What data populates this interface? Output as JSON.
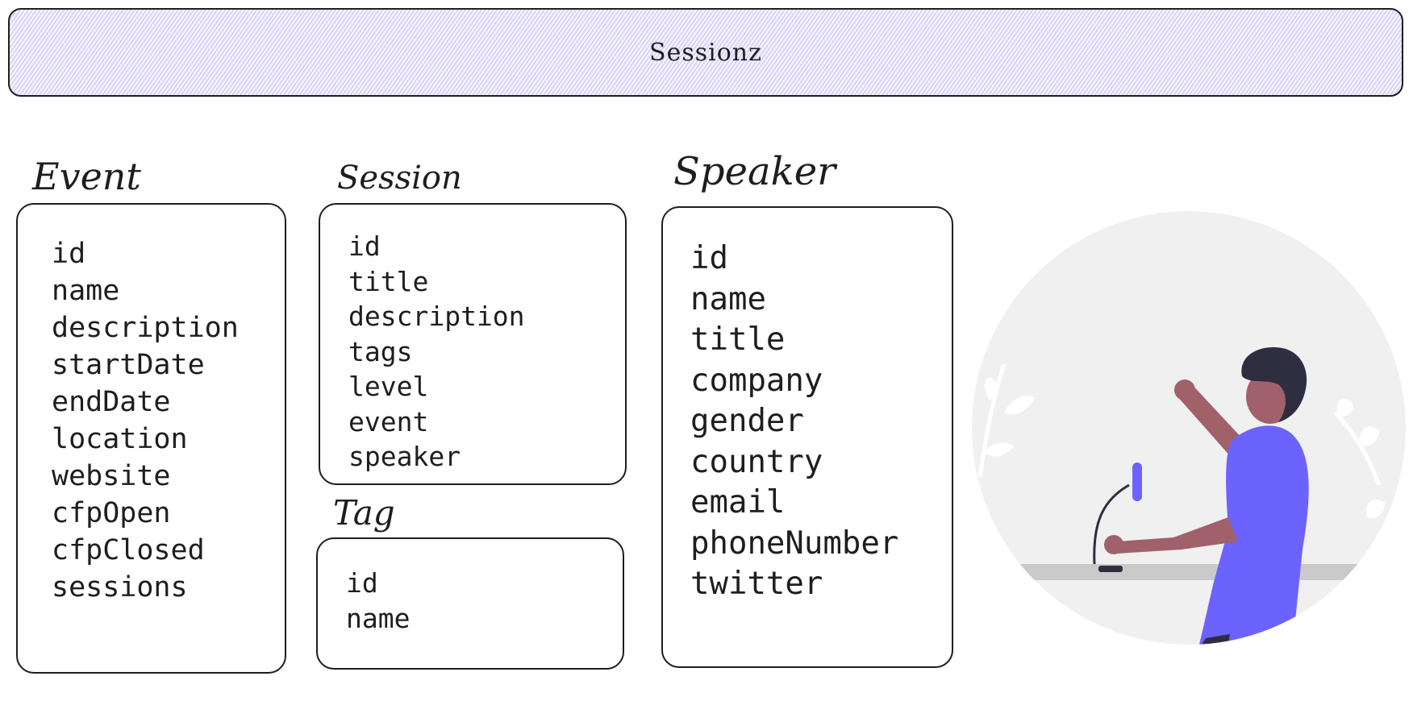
{
  "banner": {
    "title": "Sessionz"
  },
  "entities": {
    "event": {
      "name": "Event",
      "fields": [
        "id",
        "name",
        "description",
        "startDate",
        "endDate",
        "location",
        "website",
        "cfpOpen",
        "cfpClosed",
        "sessions"
      ]
    },
    "session": {
      "name": "Session",
      "fields": [
        "id",
        "title",
        "description",
        "tags",
        "level",
        "event",
        "speaker"
      ]
    },
    "tag": {
      "name": "Tag",
      "fields": [
        "id",
        "name"
      ]
    },
    "speaker": {
      "name": "Speaker",
      "fields": [
        "id",
        "name",
        "title",
        "company",
        "gender",
        "country",
        "email",
        "phoneNumber",
        "twitter"
      ]
    }
  },
  "illustration": {
    "icon": "speaker-at-podium-illustration",
    "colors": {
      "circle": "#f0f0f0",
      "shirt": "#6c63ff",
      "skin": "#a0616a",
      "hair": "#2f2e41",
      "desk": "#cacaca"
    }
  },
  "colors": {
    "banner_fill": "#d0c8f7",
    "stroke": "#1e1e1e"
  }
}
